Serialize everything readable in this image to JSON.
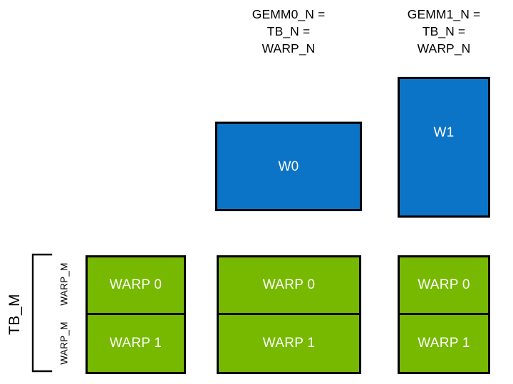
{
  "diagram": {
    "title_columns": [
      {
        "id": "gemm0",
        "text": "GEMM0_N =\nTB_N =\nWARP_N"
      },
      {
        "id": "gemm1",
        "text": "GEMM1_N =\nTB_N =\nWARP_N"
      }
    ],
    "warp_tiles": [
      {
        "id": "w0",
        "label": "W0",
        "color": "#0c74c6"
      },
      {
        "id": "w1",
        "label": "W1",
        "color": "#0c74c6"
      }
    ],
    "green_columns": [
      {
        "id": "col-left",
        "cells": [
          {
            "label": "WARP 0"
          },
          {
            "label": "WARP 1"
          }
        ]
      },
      {
        "id": "col-middle",
        "cells": [
          {
            "label": "WARP 0"
          },
          {
            "label": "WARP 1"
          }
        ]
      },
      {
        "id": "col-right",
        "cells": [
          {
            "label": "WARP 0"
          },
          {
            "label": "WARP 1"
          }
        ]
      }
    ],
    "axis_labels": {
      "tb_m": "TB_M",
      "warp_m_top": "WARP_M",
      "warp_m_bottom": "WARP_M"
    },
    "colors": {
      "blue": "#0c74c6",
      "green": "#76b900",
      "outline": "#000000",
      "text_on_fill": "#ffffff",
      "text": "#000000",
      "background": "#ffffff"
    }
  }
}
